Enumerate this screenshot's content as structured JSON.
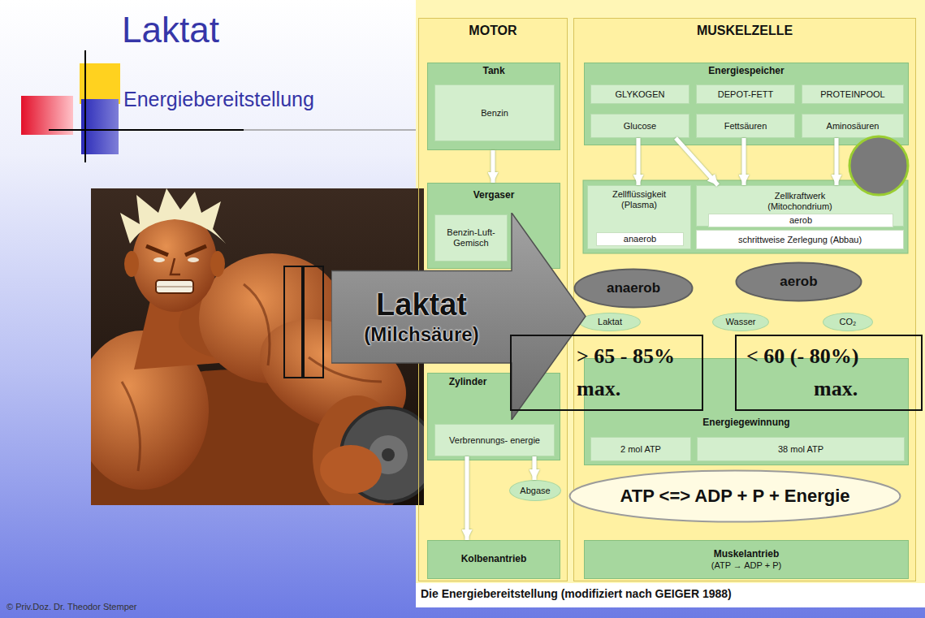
{
  "diagram": {
    "title": "Laktat",
    "caption": "Die Energiebereitstellung (modifiziert nach GEIGER 1988)",
    "nodes": [
      {
        "text": [
          "MOTOR"
        ]
      },
      {
        "text": [
          "MUSKELZELLE"
        ]
      },
      {
        "text": [
          "Tank"
        ],
        "in": 0
      },
      {
        "text": [
          "Benzin"
        ],
        "in": 2
      },
      {
        "text": [
          "Vergaser"
        ],
        "in": 0
      },
      {
        "text": [
          "Benzin-Luft- Gemisch"
        ],
        "in": 4
      },
      {
        "text": [
          "Zylinder"
        ],
        "in": 0
      },
      {
        "text": [
          "Verbrennungs- energie"
        ],
        "in": 6
      },
      {
        "text": [
          "Abgase"
        ],
        "in": 0
      },
      {
        "text": [
          "Kolbenantrieb"
        ],
        "in": 0
      },
      {
        "text": [
          "Energiespeicher"
        ],
        "in": 1
      },
      {
        "text": [
          "GLYKOGEN"
        ],
        "in": 10
      },
      {
        "text": [
          "DEPOT-FETT"
        ],
        "in": 10
      },
      {
        "text": [
          "PROTEINPOOL"
        ],
        "in": 10
      },
      {
        "text": [
          "Glucose"
        ],
        "in": 10
      },
      {
        "text": [
          "Fettsäuren"
        ],
        "in": 10
      },
      {
        "text": [
          "Aminosäuren"
        ],
        "in": 10
      },
      {
        "text": [
          "Zellflüssigkeit (Plasma)"
        ],
        "in": 1
      },
      {
        "text": [
          "anaerob"
        ],
        "in": 17
      },
      {
        "text": [
          "Zellkraftwerk (Mitochondrium)"
        ],
        "in": 1
      },
      {
        "text": [
          "aerob"
        ],
        "in": 19
      },
      {
        "text": [
          "schrittweise Zerlegung (Abbau)"
        ],
        "in": 1
      },
      {
        "text": [
          "Laktat"
        ],
        "in": 1
      },
      {
        "text": [
          "Wasser"
        ],
        "in": 1
      },
      {
        "text": [
          "CO₂"
        ],
        "in": 1
      },
      {
        "text": [
          "Energiegewinnung"
        ],
        "in": 1
      },
      {
        "text": [
          "2 mol ATP"
        ],
        "in": 25
      },
      {
        "text": [
          "38 mol ATP"
        ],
        "in": 25
      },
      {
        "text": [
          "Muskelantrieb",
          "(ATP → ADP + P)"
        ],
        "in": 1
      },
      {
        "text": [
          "Laktat",
          "(Milchsäure)"
        ]
      },
      {
        "text": [
          "anaerob"
        ]
      },
      {
        "text": [
          "aerob"
        ]
      },
      {
        "text": [
          "> 65 - 85%",
          "max."
        ]
      },
      {
        "text": [
          "< 60 (- 80%)",
          "max."
        ]
      },
      {
        "text": [
          "ATP <=> ADP + P + Energie"
        ]
      }
    ],
    "edges": [
      {
        "from": 2,
        "to": 4,
        "arrow": "to"
      },
      {
        "from": 7,
        "to": 9,
        "arrow": "to"
      },
      {
        "from": 7,
        "to": 8,
        "arrow": "to"
      },
      {
        "from": 14,
        "to": 17,
        "arrow": "to"
      },
      {
        "from": 14,
        "to": 19,
        "arrow": "to"
      },
      {
        "from": 15,
        "to": 19,
        "arrow": "to"
      },
      {
        "from": 16,
        "to": 19,
        "arrow": "to"
      }
    ],
    "labels": [
      "Energiebereitstellung",
      "© Priv.Doz. Dr. Theodor Stemper"
    ]
  }
}
